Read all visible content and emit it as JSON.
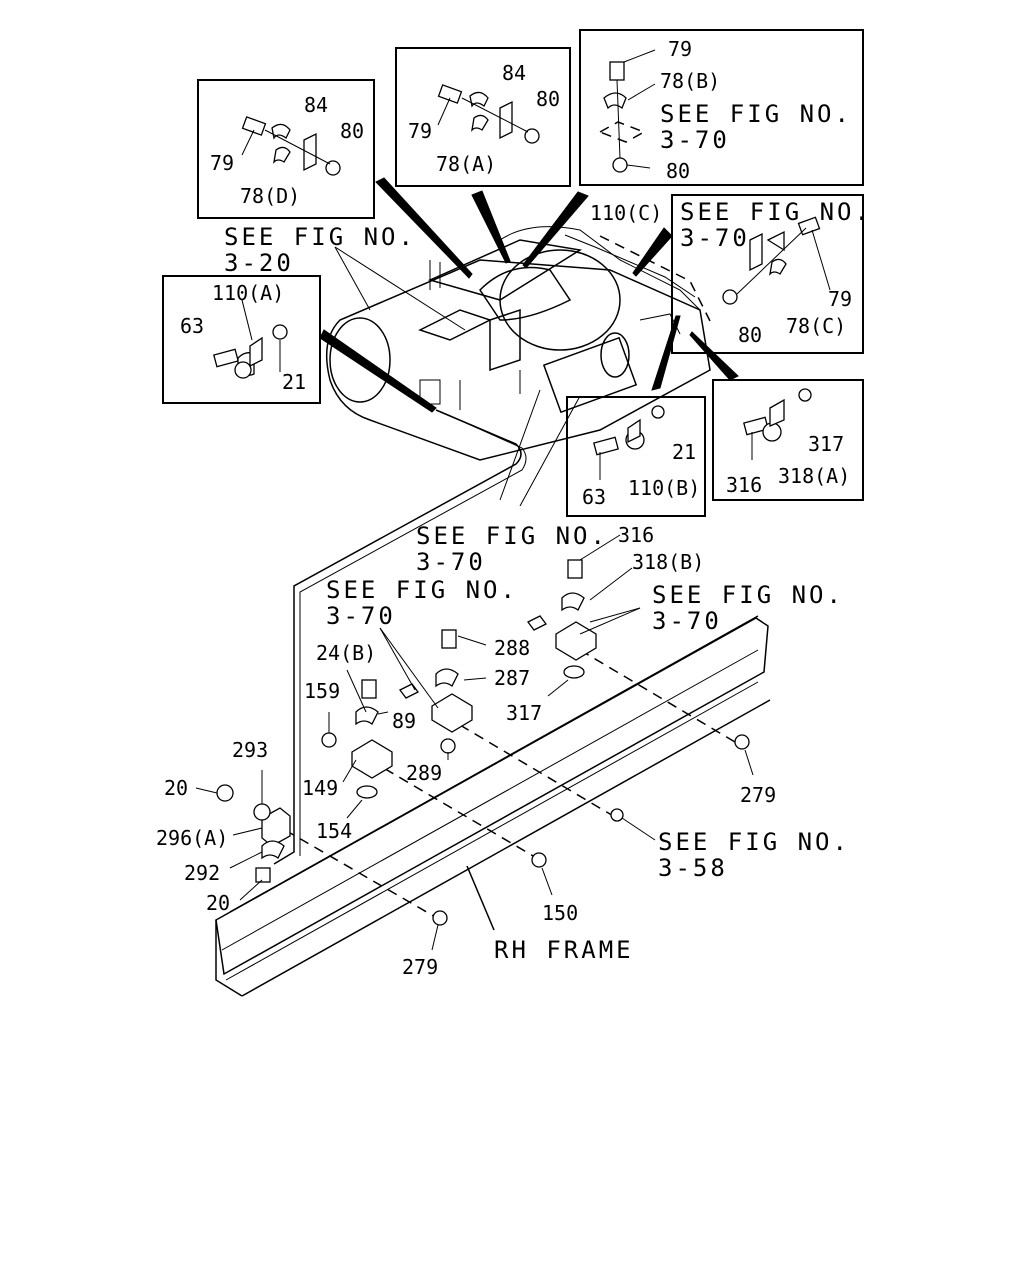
{
  "see_fig_prefix": "SEE FIG NO.",
  "refs": {
    "fig_3_20": "3-20",
    "fig_3_70_tr": "3-70",
    "fig_3_70_r": "3-70",
    "fig_3_70_mid": "3-70",
    "fig_3_70_lower_left": "3-70",
    "fig_3_70_lower_right": "3-70",
    "fig_3_58": "3-58"
  },
  "frame_label": "RH FRAME",
  "callouts": {
    "tl_84": "84",
    "tl_80": "80",
    "tl_79": "79",
    "tl_78d": "78(D)",
    "tc_84": "84",
    "tc_80": "80",
    "tc_79": "79",
    "tc_78a": "78(A)",
    "tr_79": "79",
    "tr_78b": "78(B)",
    "tr_80": "80",
    "r_110c": "110(C)",
    "r_79": "79",
    "r_80": "80",
    "r_78c": "78(C)",
    "l_110a": "110(A)",
    "l_63": "63",
    "l_21": "21",
    "m_21": "21",
    "m_63": "63",
    "m_110b": "110(B)",
    "rr_317": "317",
    "rr_316": "316",
    "rr_318a": "318(A)",
    "c_316": "316",
    "c_318b": "318(B)",
    "c_288": "288",
    "c_287": "287",
    "c_317": "317",
    "c_24b": "24(B)",
    "c_159": "159",
    "c_89": "89",
    "c_289": "289",
    "c_149": "149",
    "c_154": "154",
    "c_293": "293",
    "c_20a": "20",
    "c_296a": "296(A)",
    "c_292": "292",
    "c_20b": "20",
    "c_279a": "279",
    "c_150": "150",
    "c_279b": "279"
  }
}
